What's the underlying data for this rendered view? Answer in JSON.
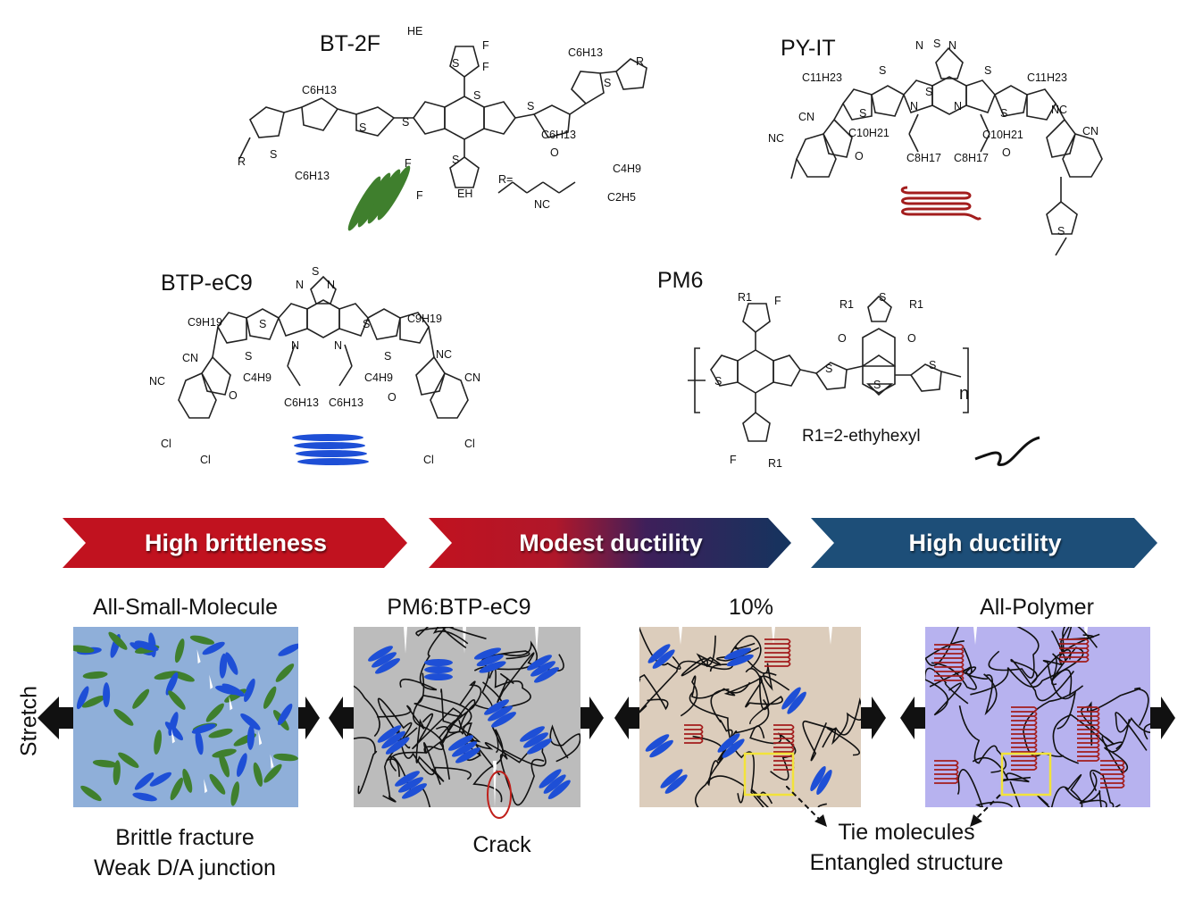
{
  "molecules": {
    "bt2f": {
      "name": "BT-2F",
      "groups": [
        "HE",
        "F",
        "F",
        "C6H13",
        "C6H13",
        "C6H13",
        "C6H13",
        "S",
        "S",
        "S",
        "S",
        "S",
        "S",
        "S",
        "S",
        "R",
        "R",
        "R=",
        "F",
        "F",
        "EH",
        "NC",
        "O",
        "C4H9",
        "C2H5"
      ]
    },
    "pyit": {
      "name": "PY-IT",
      "groups": [
        "S",
        "N",
        "N",
        "C11H23",
        "C11H23",
        "CN",
        "NC",
        "O",
        "O",
        "CN",
        "NC",
        "C10H21",
        "C10H21",
        "C8H17",
        "C8H17",
        "N",
        "N",
        "S",
        "S",
        "S",
        "S",
        "S",
        "S"
      ]
    },
    "btpec9": {
      "name": "BTP-eC9",
      "groups": [
        "S",
        "N",
        "N",
        "C9H19",
        "C9H19",
        "NC",
        "CN",
        "CN",
        "NC",
        "C4H9",
        "C4H9",
        "C6H13",
        "C6H13",
        "N",
        "N",
        "O",
        "O",
        "Cl",
        "Cl",
        "Cl",
        "Cl",
        "S",
        "S",
        "S",
        "S"
      ]
    },
    "pm6": {
      "name": "PM6",
      "groups": [
        "R1",
        "F",
        "R1",
        "S",
        "R1",
        "O",
        "O",
        "S",
        "S",
        "S",
        "S",
        "F",
        "R1",
        "n"
      ],
      "r1_note": "R1=2-ethyhexyl"
    }
  },
  "banners": [
    {
      "label": "High brittleness",
      "color": "#c1121f"
    },
    {
      "label": "Modest ductility",
      "color_from": "#c1121f",
      "color_to": "#14345e"
    },
    {
      "label": "High ductility",
      "color": "#1d4e78"
    }
  ],
  "panels": [
    {
      "title": "All-Small-Molecule",
      "bg": "#8fafd9"
    },
    {
      "title": "PM6:BTP-eC9",
      "bg": "#bcbcbc"
    },
    {
      "title": "10%",
      "bg": "#dccdbc"
    },
    {
      "title": "All-Polymer",
      "bg": "#b7b2ef"
    }
  ],
  "side_label": "Stretch",
  "captions": {
    "brittle_1": "Brittle fracture",
    "brittle_2": "Weak D/A junction",
    "crack": "Crack",
    "tie_1": "Tie molecules",
    "tie_2": "Entangled structure"
  },
  "colors": {
    "donor_small": "#3f7f2d",
    "acceptor": "#1e4fd6",
    "polymer_acceptor": "#a31d1d",
    "polymer_chain": "#111111",
    "highlight_box": "#f2e33a",
    "crack_ring": "#c0201b"
  },
  "icons": [
    "ellipse-bundle-icon",
    "coil-icon",
    "chain-icon",
    "double-arrow-icon",
    "dashed-pointer-icon"
  ]
}
